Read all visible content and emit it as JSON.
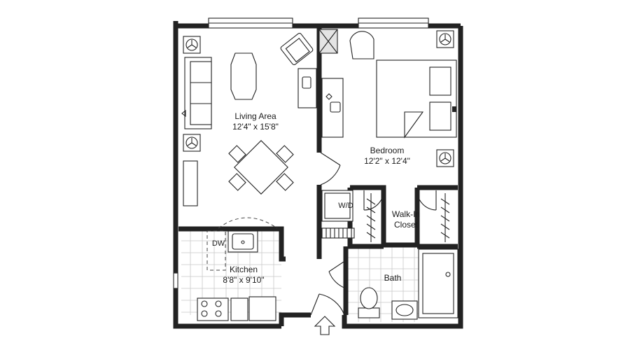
{
  "rooms": {
    "living": {
      "name": "Living Area",
      "dims": "12'4\" x 15'8\""
    },
    "bedroom": {
      "name": "Bedroom",
      "dims": "12'2\" x 12'4\""
    },
    "closet": {
      "name1": "Walk-In",
      "name2": "Closet"
    },
    "kitchen": {
      "name": "Kitchen",
      "dims": "8'8\" x 9'10\""
    },
    "bath": {
      "name": "Bath"
    }
  },
  "appliances": {
    "washer_dryer": "W/D",
    "dishwasher": "DW"
  }
}
